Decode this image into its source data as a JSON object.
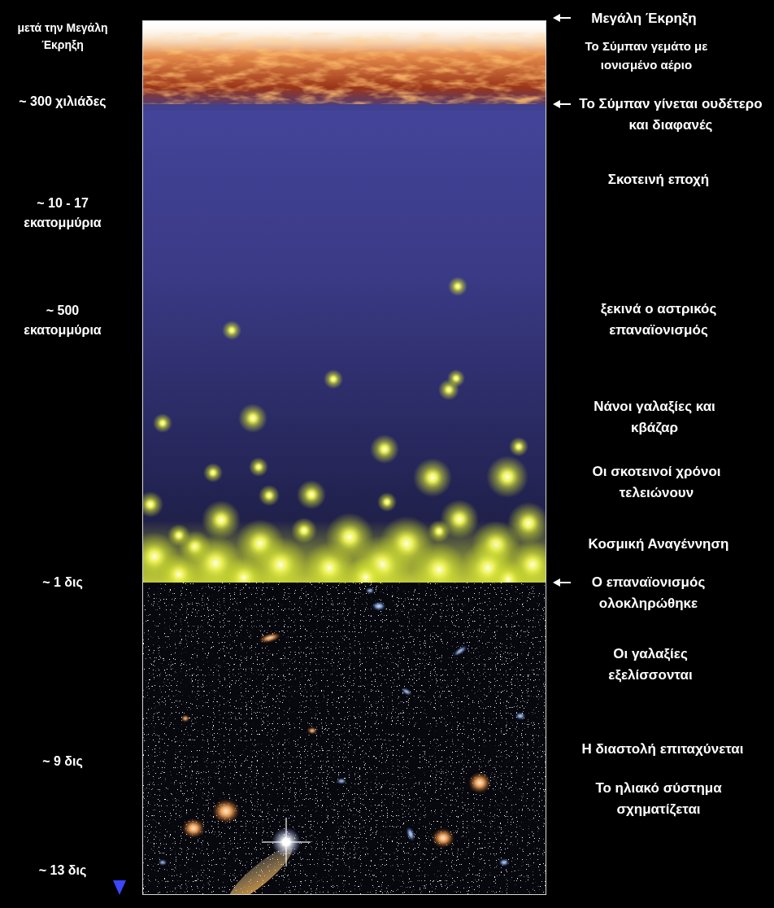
{
  "diagram": {
    "labels": [
      "μετά την Μεγάλη Έκρηξη",
      "Μεγάλη Έκρηξη",
      "Το Σύμπαν γεμάτο με ιονισμένο αέριο",
      "~ 300 χιλιάδες",
      "Το Σύμπαν γίνεται ουδέτερο και διαφανές",
      "~ 10 - 17 εκατομμύρια",
      "Σκοτεινή εποχή",
      "~ 500 εκατομμύρια",
      "ξεκινά ο αστρικός επαναϊονισμός",
      "Νάνοι γαλαξίες και κβάζαρ",
      "Οι σκοτεινοί χρόνοι τελειώνουν",
      "Κοσμική Αναγέννηση",
      "~ 1 δις",
      "Ο επαναϊονισμός ολοκληρώθηκε",
      "Οι γαλαξίες εξελίσσονται",
      "~ 9 δις",
      "Η διαστολή επιταχύνεται",
      "Το ηλιακό σύστημα σχηματίζεται",
      "~ 13 δις"
    ]
  }
}
